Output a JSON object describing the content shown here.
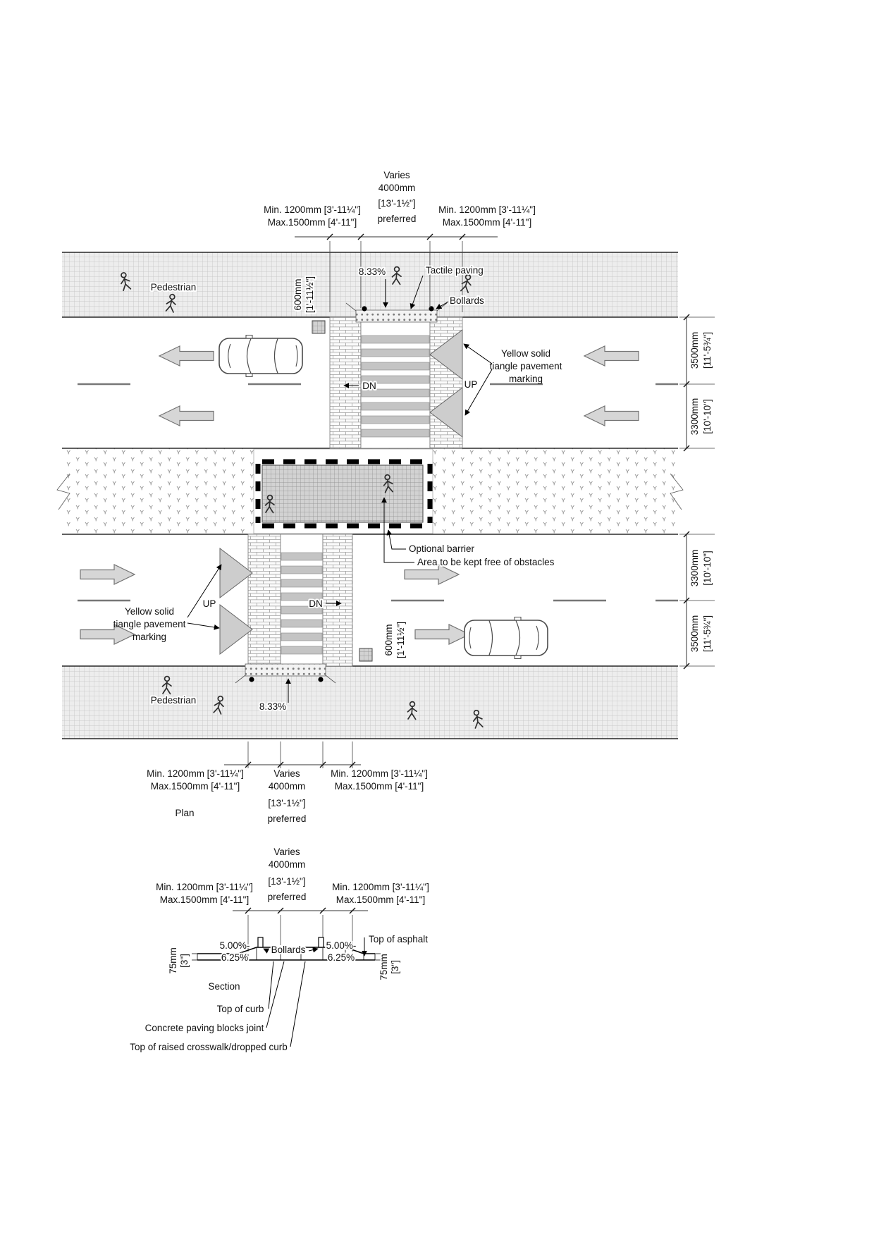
{
  "labels": {
    "plan": "Plan",
    "section": "Section",
    "pedestrian": "Pedestrian",
    "tactile_paving": "Tactile paving",
    "bollards": "Bollards",
    "optional_barrier": "Optional barrier",
    "keep_free": "Area to be kept free of obstacles",
    "yellow_l1": "Yellow solid",
    "yellow_l2": "tiangle pavement",
    "yellow_l3": "marking",
    "up": "UP",
    "dn": "DN",
    "top_of_asphalt": "Top of asphalt",
    "top_of_curb": "Top of curb",
    "paving_joint": "Concrete paving blocks joint",
    "top_raised": "Top of raised crosswalk/dropped curb"
  },
  "dims": {
    "min_1200": "Min. 1200mm [3'-11¼\"]",
    "max_1500": "Max.1500mm [4'-11\"]",
    "varies": "Varies",
    "mm4000": "4000mm",
    "ft4000": "[13'-1½\"]",
    "preferred": "preferred",
    "mm3500": "3500mm",
    "ft3500": "[11'-5¾\"]",
    "mm3300": "3300mm",
    "ft3300": "[10'-10\"]",
    "mm600": "600mm",
    "ft600": "[1'-11½\"]",
    "mm75": "75mm",
    "ft75": "[3\"]",
    "slope833": "8.33%",
    "slope500": "5.00%-",
    "slope625": "6.25%"
  },
  "colors": {
    "zebra_stripe": "#c4c4c4",
    "traffic_arrow": "#d6d6d6",
    "linework": "#000000"
  }
}
